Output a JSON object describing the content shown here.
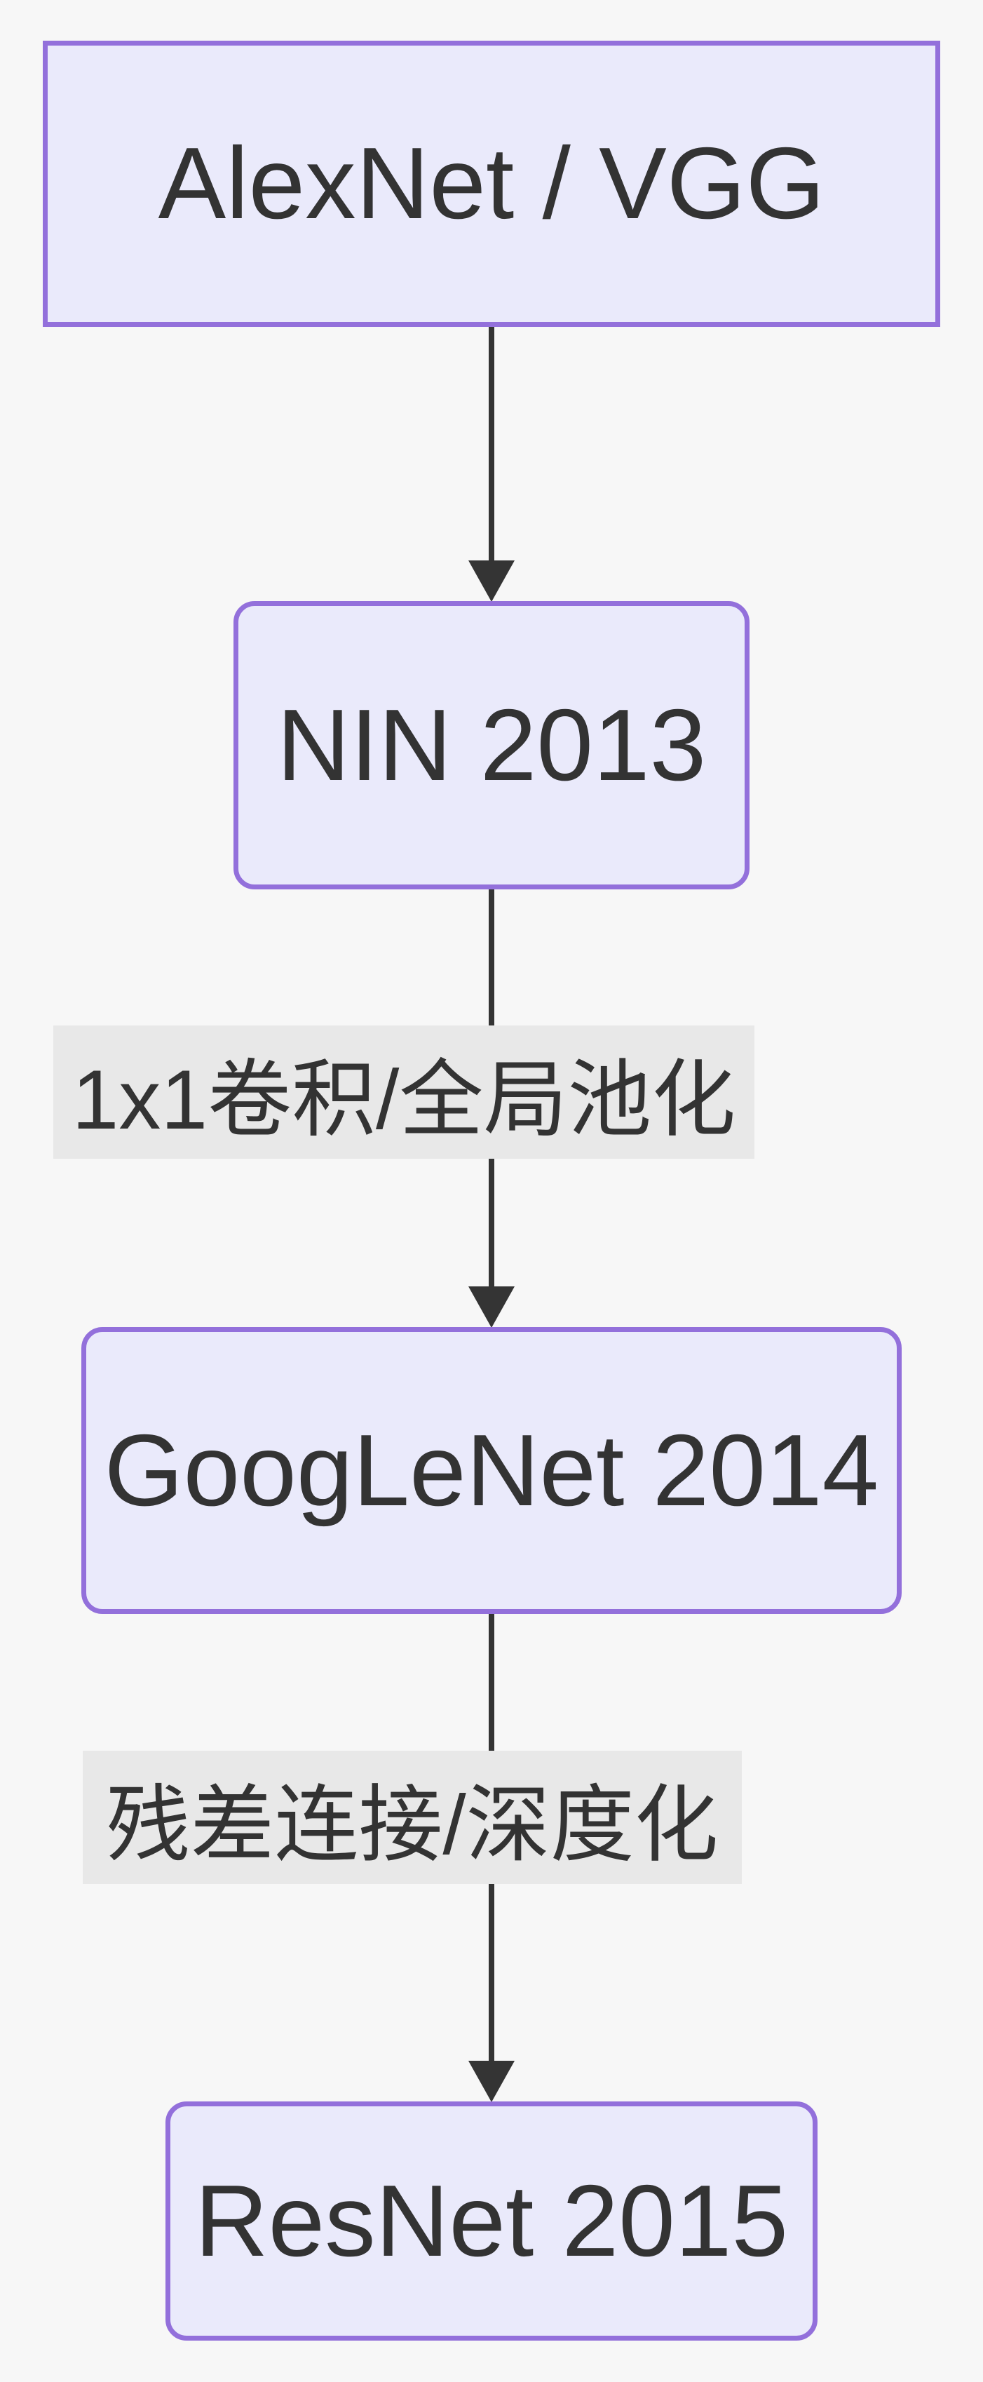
{
  "theme": {
    "background": "#f7f7f7",
    "node_fill": "#eaeafb",
    "node_border": "#9370DB",
    "edge_color": "#343434",
    "label_bg": "#e8e8e8",
    "text_color": "#333333"
  },
  "diagram": {
    "type": "flowchart",
    "direction": "top-down",
    "nodes": [
      {
        "label": "AlexNet / VGG",
        "shape": "rectangle"
      },
      {
        "label": "NIN 2013",
        "shape": "rounded"
      },
      {
        "label": "GoogLeNet 2014",
        "shape": "rounded"
      },
      {
        "label": "ResNet 2015",
        "shape": "rounded"
      }
    ],
    "edges": [
      {
        "from": "AlexNet / VGG",
        "to": "NIN 2013",
        "label": ""
      },
      {
        "from": "NIN 2013",
        "to": "GoogLeNet 2014",
        "label": "1x1卷积/全局池化"
      },
      {
        "from": "GoogLeNet 2014",
        "to": "ResNet 2015",
        "label": "残差连接/深度化"
      }
    ]
  }
}
